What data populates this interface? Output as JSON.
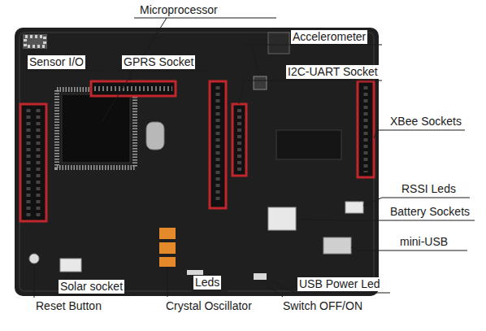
{
  "diagram": {
    "labels": [
      "Microprocessor",
      "Accelerometer",
      "Sensor I/O",
      "GPRS Socket",
      "I2C-UART Socket",
      "XBee Sockets",
      "RSSI Leds",
      "Battery Sockets",
      "mini-USB",
      "Solar socket",
      "Leds",
      "USB Power Led",
      "Reset Button",
      "Crystal Oscillator",
      "Switch OFF/ON"
    ]
  }
}
